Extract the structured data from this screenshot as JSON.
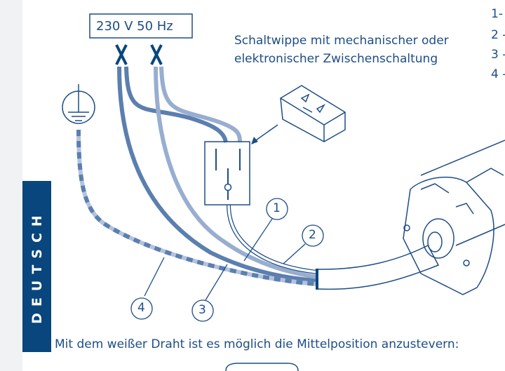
{
  "supply_label": "230 V  50 Hz",
  "switch_caption": [
    "Schaltwippe mit mechanischer oder",
    "elektronischer Zwischenschaltung"
  ],
  "section_tab": "DEUTSCH",
  "legend_numbers": [
    "1-",
    "2 -",
    "3 -",
    "4 -"
  ],
  "callouts": [
    "1",
    "2",
    "3",
    "4"
  ],
  "bottom_text": "Mit dem weißer Draht ist es möglich die Mittelposition anzustevern:",
  "colors": {
    "brand": "#08467d",
    "wire_dark": "#5b7fae",
    "wire_light": "#98aed0"
  }
}
